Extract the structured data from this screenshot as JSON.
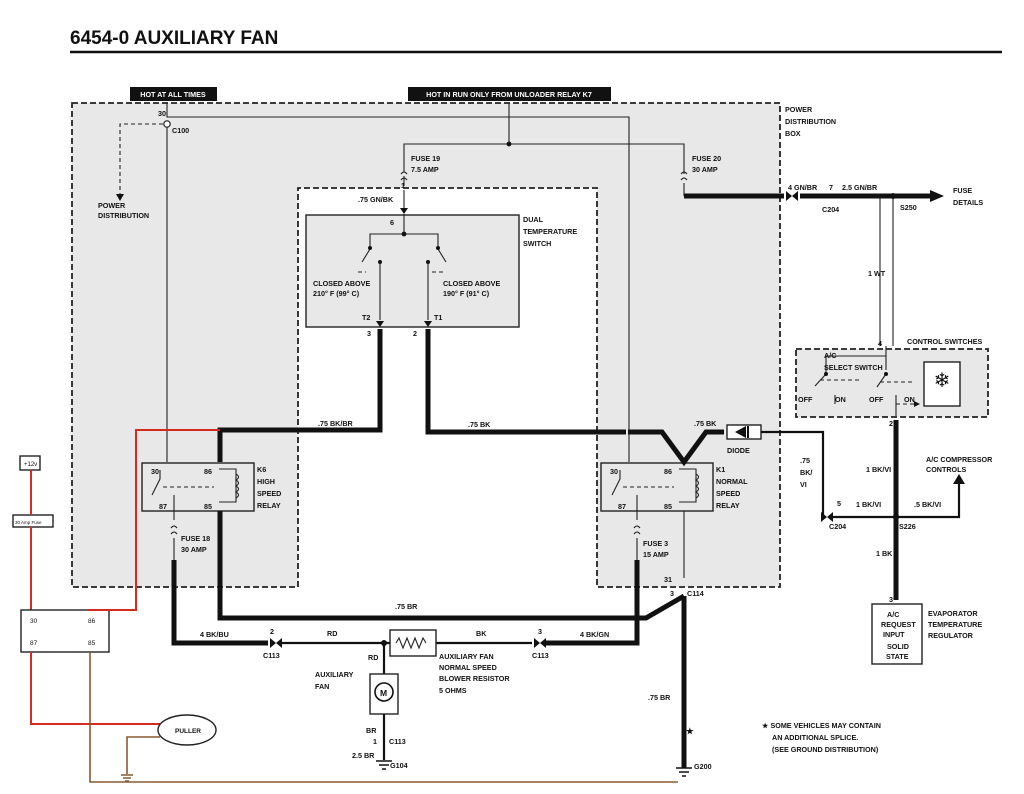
{
  "title": "6454-0    AUXILIARY FAN",
  "banners": {
    "hot_at_all_times": "HOT AT ALL TIMES",
    "hot_in_run": "HOT IN RUN ONLY FROM UNLOADER RELAY K7"
  },
  "labels": {
    "pin_30": "30",
    "c100": "C100",
    "power_distribution": [
      "POWER",
      "DISTRIBUTION"
    ],
    "power_distribution_box": [
      "POWER",
      "DISTRIBUTION",
      "BOX"
    ],
    "fuse19": [
      "FUSE 19",
      "7.5 AMP"
    ],
    "fuse20": [
      "FUSE 20",
      "30 AMP"
    ],
    "pin_1": "1",
    "pin_6": "6",
    "wire_075gnbk": ".75 GN/BK",
    "dual_temp_switch": [
      "DUAL",
      "TEMPERATURE",
      "SWITCH"
    ],
    "closed_above_210": [
      "CLOSED ABOVE",
      "210° F (99° C)"
    ],
    "closed_above_190": [
      "CLOSED ABOVE",
      "190° F (91° C)"
    ],
    "t2": "T2",
    "t1": "T1",
    "pin_3": "3",
    "pin_2": "2",
    "wire_4gnbr": "4 GN/BR",
    "pin_7": "7",
    "wire_25gnbr": "2.5 GN/BR",
    "c204": "C204",
    "s250": "S250",
    "fuse_details": [
      "FUSE",
      "DETAILS"
    ],
    "wire_1wt": "1 WT",
    "pin_4": "4",
    "control_switches": "CONTROL SWITCHES",
    "ac_select_switch": [
      "A/C",
      "SELECT SWITCH"
    ],
    "off": "OFF",
    "on": "ON",
    "wire_075bkbr": ".75 BK/BR",
    "wire_075bk": ".75 BK",
    "diode": "DIODE",
    "wire_075bkvi": [
      ".75",
      "BK/",
      "VI"
    ],
    "wire_1bkvi": "1 BK/VI",
    "ac_compressor_controls": [
      "A/C COMPRESSOR",
      "CONTROLS"
    ],
    "k6": [
      "K6",
      "HIGH",
      "SPEED",
      "RELAY"
    ],
    "k1": [
      "K1",
      "NORMAL",
      "SPEED",
      "RELAY"
    ],
    "relay_pins": {
      "p30": "30",
      "p86": "86",
      "p87": "87",
      "p85": "85"
    },
    "pin_5": "5",
    "wire_5bkvi": ".5 BK/VI",
    "s226": "S226",
    "fuse18": [
      "FUSE 18",
      "30 AMP"
    ],
    "fuse3": [
      "FUSE 3",
      "15 AMP"
    ],
    "wire_1bk": "1 BK",
    "pin_31": "31",
    "c114": "C114",
    "wire_075br": ".75 BR",
    "wire_4bkbu": "4 BK/BU",
    "rd": "RD",
    "bk": "BK",
    "wire_4bkgn": "4 BK/GN",
    "c113": "C113",
    "evap_regulator": [
      "EVAPORATOR",
      "TEMPERATURE",
      "REGULATOR"
    ],
    "ac_request_input": [
      "A/C",
      "REQUEST",
      "INPUT"
    ],
    "solid_state": [
      "SOLID",
      "STATE"
    ],
    "aux_fan_resistor": [
      "AUXILIARY FAN",
      "NORMAL SPEED",
      "BLOWER RESISTOR",
      "5 OHMS"
    ],
    "aux_fan": [
      "AUXILIARY",
      "FAN"
    ],
    "motor_m": "M",
    "br": "BR",
    "wire_25br": "2.5 BR",
    "g104": "G104",
    "g200": "G200",
    "star": "★",
    "note": [
      "★ SOME VEHICLES MAY CONTAIN",
      "AN ADDITIONAL SPLICE.",
      "(SEE GROUND DISTRIBUTION)"
    ],
    "plus12v": "+12v",
    "amp_fuse": "30 Amp Fuse",
    "ext_relay_pins": {
      "p30": "30",
      "p86": "86",
      "p87": "87",
      "p85": "85"
    },
    "puller": "PULLER"
  }
}
